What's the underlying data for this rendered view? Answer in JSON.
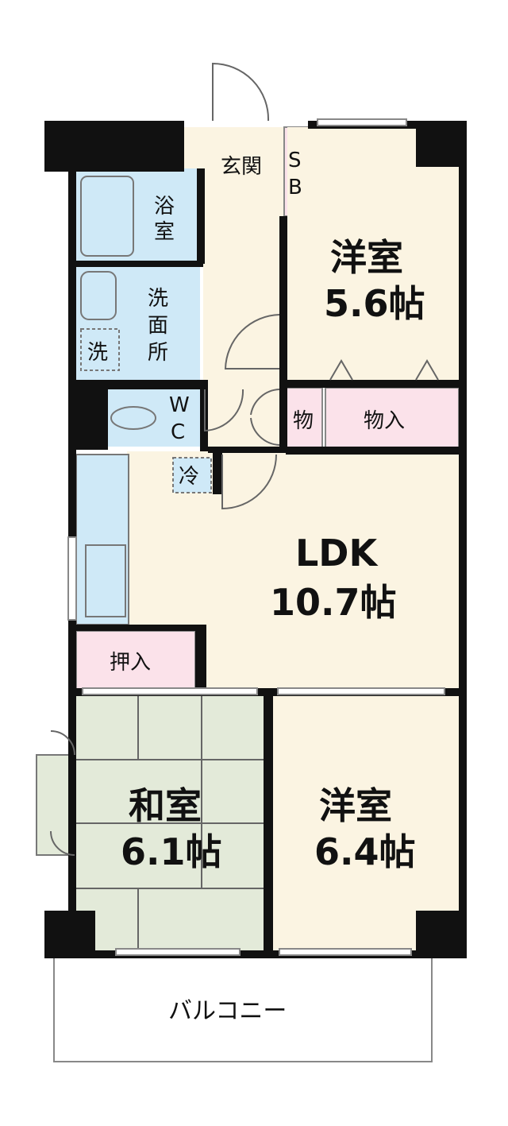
{
  "colors": {
    "wall": "#111111",
    "floor": "#fbf4e2",
    "wet": "#cfe9f7",
    "storage": "#fbe2ea",
    "tatami": "#e3ead9",
    "balcony": "#ffffff",
    "line": "#666666"
  },
  "rooms": {
    "western_1": {
      "name": "洋室",
      "size": "5.6帖"
    },
    "ldk": {
      "name": "LDK",
      "size": "10.7帖"
    },
    "japanese": {
      "name": "和室",
      "size": "6.1帖"
    },
    "western_2": {
      "name": "洋室",
      "size": "6.4帖"
    },
    "entrance": "玄関",
    "shoe_box_top": "S",
    "shoe_box_bottom": "B",
    "bath_top": "浴",
    "bath_bottom": "室",
    "washroom_1": "洗",
    "washroom_2": "面",
    "washroom_3": "所",
    "washer": "洗",
    "wc_top": "W",
    "wc_bottom": "C",
    "fridge": "冷",
    "storage_small": "物",
    "storage_western": "物入",
    "closet": "押入",
    "balcony": "バルコニー"
  }
}
